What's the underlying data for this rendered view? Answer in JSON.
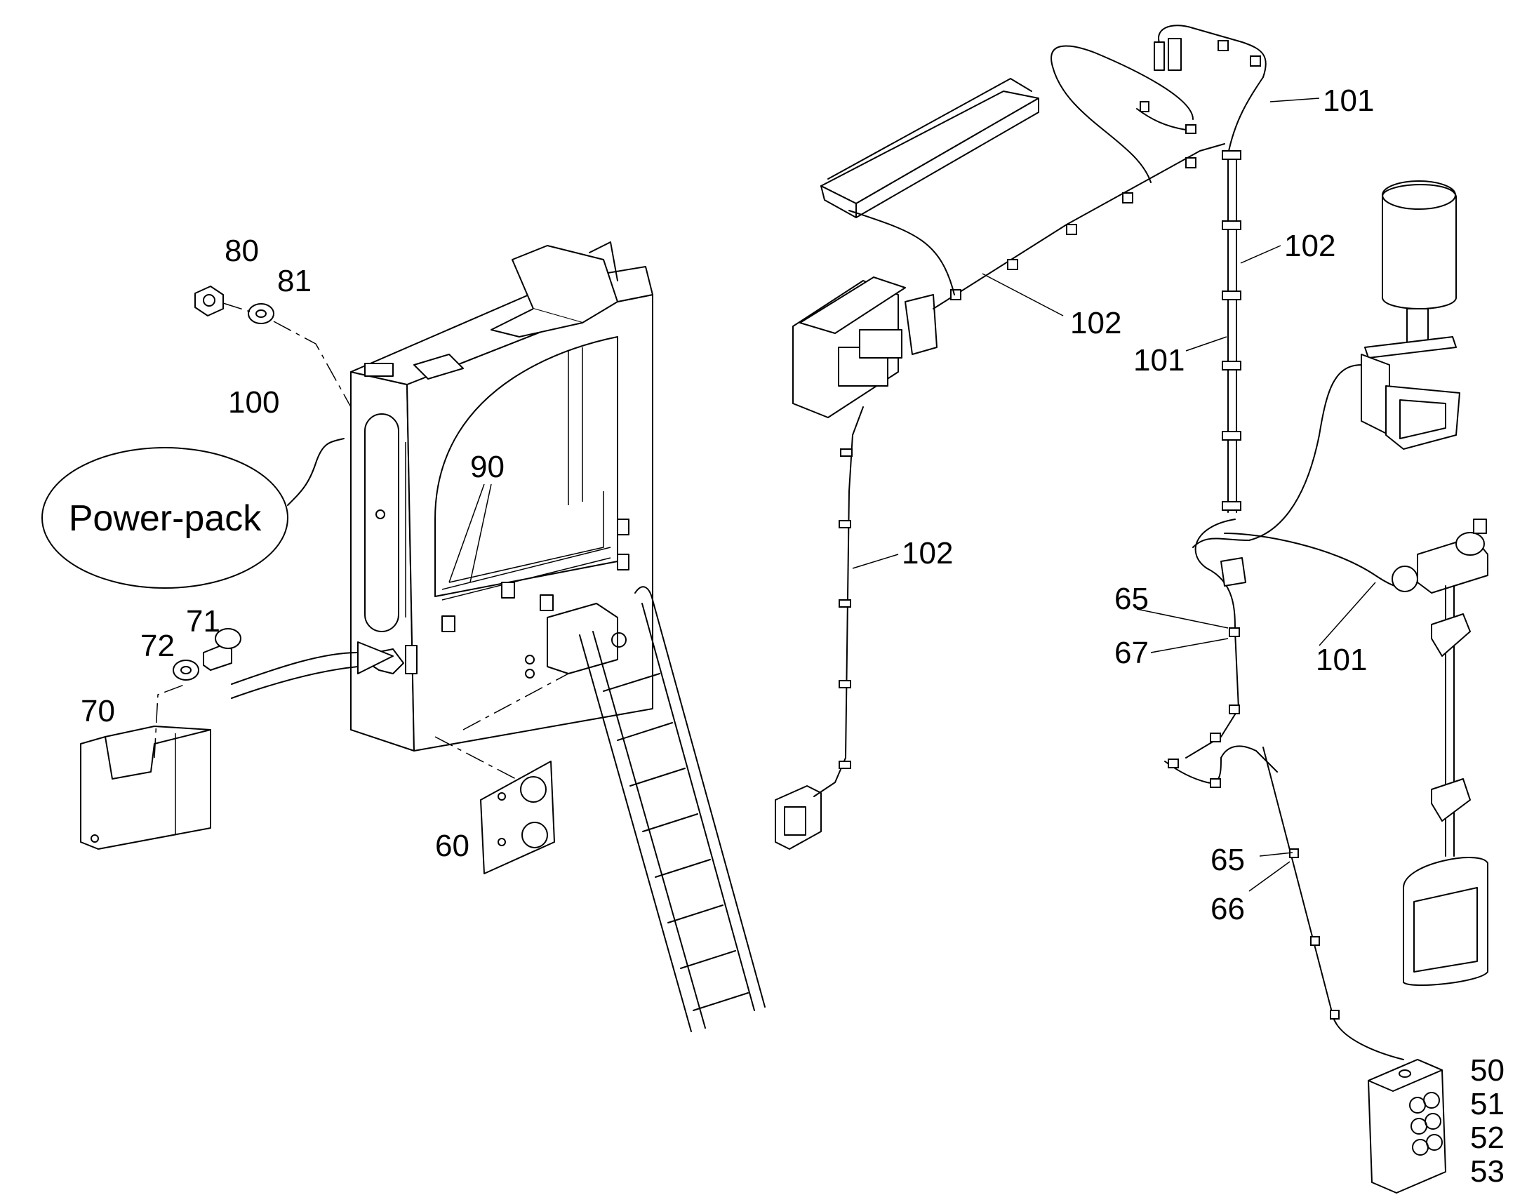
{
  "labels": {
    "l80": "80",
    "l81": "81",
    "l100": "100",
    "l90": "90",
    "l71": "71",
    "l72": "72",
    "l70": "70",
    "l60": "60",
    "l101_top": "101",
    "l102_a": "102",
    "l102_b": "102",
    "l101_mid": "101",
    "l102_c": "102",
    "l65_a": "65",
    "l67": "67",
    "l101_bot": "101",
    "l65_b": "65",
    "l66": "66",
    "l50": "50",
    "l51": "51",
    "l52": "52",
    "l53": "53"
  },
  "power_pack": {
    "label": "Power-pack"
  }
}
